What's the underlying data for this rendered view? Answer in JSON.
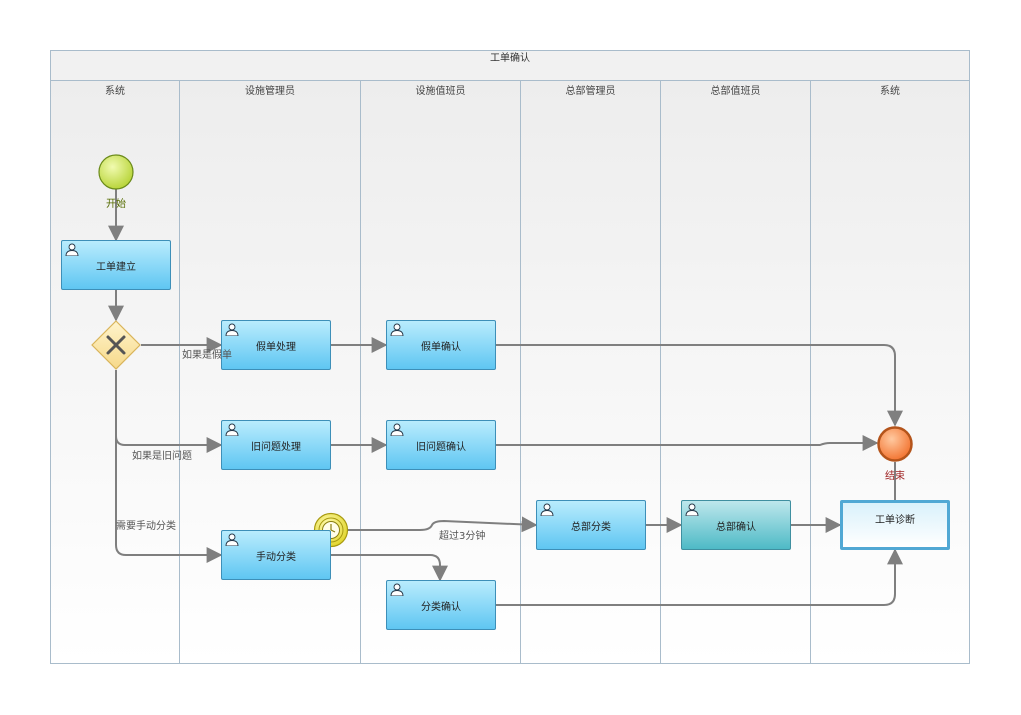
{
  "pool": {
    "title": "工单确认"
  },
  "lanes": [
    "系统",
    "设施管理员",
    "设施值班员",
    "总部管理员",
    "总部值班员",
    "系统"
  ],
  "events": {
    "start_label": "开始",
    "end_label": "结束"
  },
  "tasks": {
    "create": "工单建立",
    "fake_handle": "假单处理",
    "fake_confirm": "假单确认",
    "old_handle": "旧问题处理",
    "old_confirm": "旧问题确认",
    "manual_classify": "手动分类",
    "classify_confirm": "分类确认",
    "hq_classify": "总部分类",
    "hq_confirm": "总部确认",
    "diagnosis": "工单诊断"
  },
  "edge_labels": {
    "if_fake": "如果是假单",
    "if_old": "如果是旧问题",
    "need_manual": "需要手动分类",
    "timeout": "超过3分钟"
  },
  "colors": {
    "start_fill": "#c8e24a",
    "end_fill": "#f77f3a",
    "gateway_fill": "#fde7a6",
    "task_fill": "#5fc6f2",
    "timer_fill": "#e9e23a",
    "edge": "#7f7f7f"
  }
}
